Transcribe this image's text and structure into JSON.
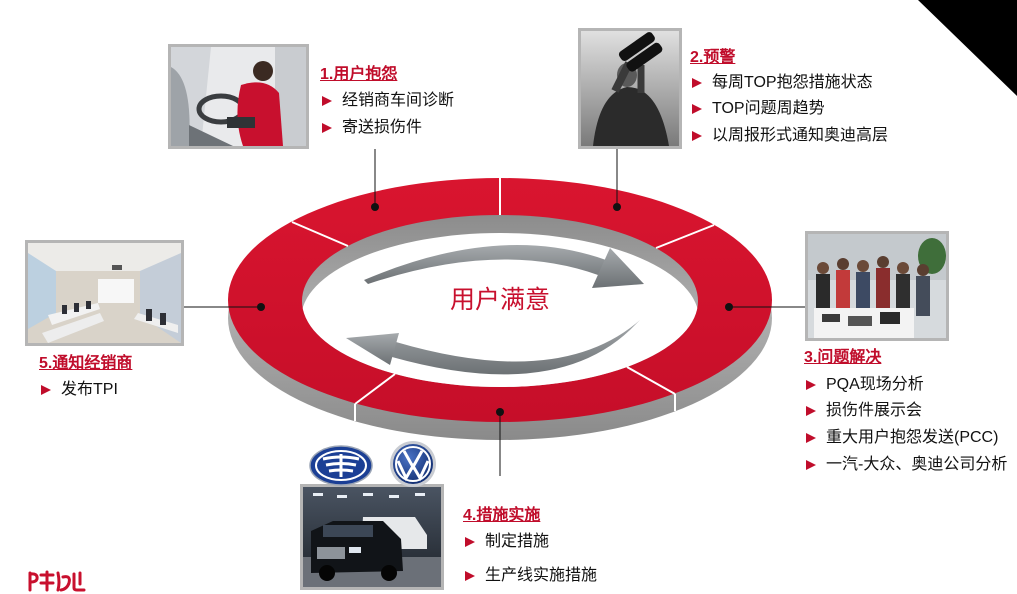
{
  "center_label": "用户满意",
  "stages": [
    {
      "title": "1.用户抱怨",
      "bullets": [
        "经销商车间诊断",
        "寄送损伤件"
      ]
    },
    {
      "title": "2.预警",
      "bullets": [
        "每周TOP抱怨措施状态",
        "TOP问题周趋势",
        "以周报形式通知奥迪高层"
      ]
    },
    {
      "title": "3.问题解决",
      "bullets": [
        "PQA现场分析",
        "损伤件展示会",
        "重大用户抱怨发送(PCC)",
        "一汽-大众、奥迪公司分析"
      ]
    },
    {
      "title": "4.措施实施",
      "bullets": [
        "制定措施",
        "生产线实施措施"
      ]
    },
    {
      "title": "5.通知经销商",
      "bullets": [
        "发布TPI"
      ]
    }
  ],
  "icons": {
    "bullet": "triangle-right-icon",
    "cycle": "circular-arrows-icon",
    "logos": [
      "faw-logo",
      "vw-logo",
      "brand-logo"
    ]
  },
  "colors": {
    "accent": "#c8102e",
    "ring": "#d01430",
    "ring_side": "#9e9e9e",
    "arrows": "#8a8e91",
    "text": "#111111",
    "corner": "#000000"
  }
}
